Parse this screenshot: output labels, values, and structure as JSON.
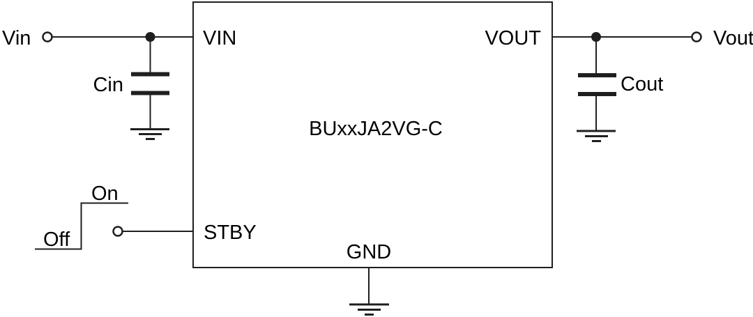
{
  "ic": {
    "part_number": "BUxxJA2VG-C",
    "pins": {
      "vin": "VIN",
      "vout": "VOUT",
      "stby": "STBY",
      "gnd": "GND"
    }
  },
  "terminals": {
    "input": "Vin",
    "output": "Vout"
  },
  "capacitors": {
    "input": "Cin",
    "output": "Cout"
  },
  "stby_waveform": {
    "high_label": "On",
    "low_label": "Off"
  },
  "colors": {
    "wire": "#1f1f1f",
    "text": "#000000",
    "background": "#ffffff"
  }
}
